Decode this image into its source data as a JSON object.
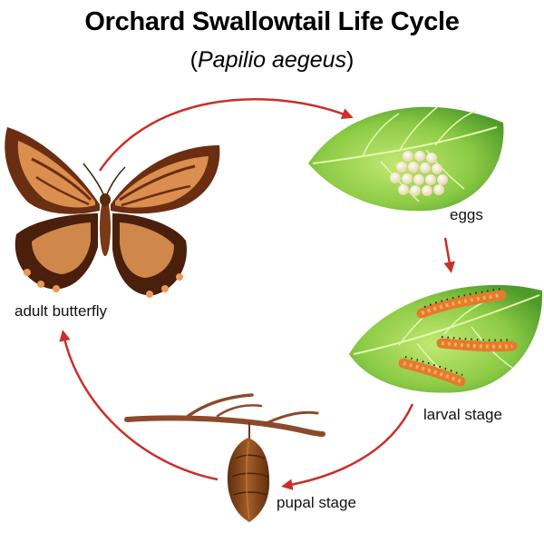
{
  "title": "Orchard Swallowtail Life Cycle",
  "subtitle": {
    "open": "(",
    "scientific_name": "Papilio aegeus",
    "close": ")"
  },
  "stages": {
    "adult": "adult butterfly",
    "eggs": "eggs",
    "larva": "larval stage",
    "pupa": "pupal stage"
  },
  "colors": {
    "arrow": "#c8302a",
    "leaf": "#7cc043",
    "leaf_light": "#b9e06a",
    "wing_brown": "#6b2e12",
    "wing_orange": "#e89a57",
    "caterpillar": "#e57a2e",
    "pupa": "#8a4a1f",
    "branch": "#8b4a2b"
  }
}
